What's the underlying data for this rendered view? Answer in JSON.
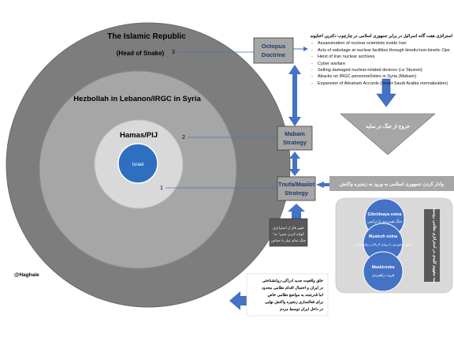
{
  "diagram": {
    "circles": {
      "outer": {
        "title": "The Islamic Republic",
        "subtitle": "(Head of Snake)"
      },
      "second": {
        "title": "Hezbollah in Lebanon/IRGC in Syria"
      },
      "third": {
        "title": "Hamas/PIJ"
      },
      "core": {
        "title": "Israel"
      }
    },
    "numbers": {
      "n3": "3",
      "n2": "2",
      "n1": "1"
    },
    "boxes": {
      "octopus": {
        "lines": [
          "Octopus",
          "Doctrine"
        ]
      },
      "mabam": {
        "lines": [
          "Mabam",
          "Strategy"
        ]
      },
      "tnufa": {
        "lines": [
          "Tnufa/Maalot",
          "Strategy"
        ]
      }
    },
    "handle": "@Haghaie",
    "octopus_list": {
      "heading": "استراتژی هفت گانه اسرائیل در برابر جمهوری اسلامی در چارچوب دکترین اختاپوس",
      "items": [
        "Assassination of nuclear scientists inside Iran",
        "Acts of sabotage at nuclear facilities through kinetic/non-kinetic Ops",
        "Heist of Iran nuclear archives",
        "Cyber warfare",
        "Selling damaged nuclear-related devices (i.e Stuxnet)",
        "Attacks on IRGC personnel/sites in Syria (Mabam)",
        "Expansion of Abraham Accords (Israel-Saudi Arabia normalization)"
      ]
    },
    "funnel": {
      "text": "خروج از جنگ در سایه"
    },
    "band": {
      "text": "وادار کردن جمهوری اسلامی به ورود به زنجیره واکنش"
    },
    "panel": {
      "vertical_text": "سه مفهوم کلیدی در استراتژی نظامی روسیه",
      "circles": [
        {
          "title": "Gibridnaya voina",
          "sub": "جنگ هیبریدی یا ترکیبی"
        },
        {
          "title": "Myatezh voina",
          "sub": "آشوب-شورش یا رویای ادراکی-روانشناختی"
        },
        {
          "title": "Maskirovka",
          "sub": "فریب راهبردی"
        }
      ]
    },
    "small_box": {
      "lines": [
        "تغییر فاز از استراتژی",
        "\"کوتاه کردن چمن\" به",
        "جنگ تمام عیار با حماس"
      ]
    },
    "callout": {
      "lines": [
        "خلق واقعیت جدید ادراکی-روانشناختی",
        "در ایران و احتمال اقدام نظامی محدود",
        "اما قدرتمند به مواضع نظامی خاص",
        "برای فعالسازی زنجیره واکنش نهایی",
        "در داخل ایران توسط مردم"
      ]
    },
    "colors": {
      "outer_circle": "#7d7d7d",
      "second_circle": "#a6a6a6",
      "third_circle": "#d9d9d9",
      "core_circle": "#2f6fc0",
      "box_fill": "#a6a6a6",
      "arrow_blue": "#4472c4",
      "panel_fill": "#d9d9d9",
      "dark_box": "#595959"
    }
  }
}
